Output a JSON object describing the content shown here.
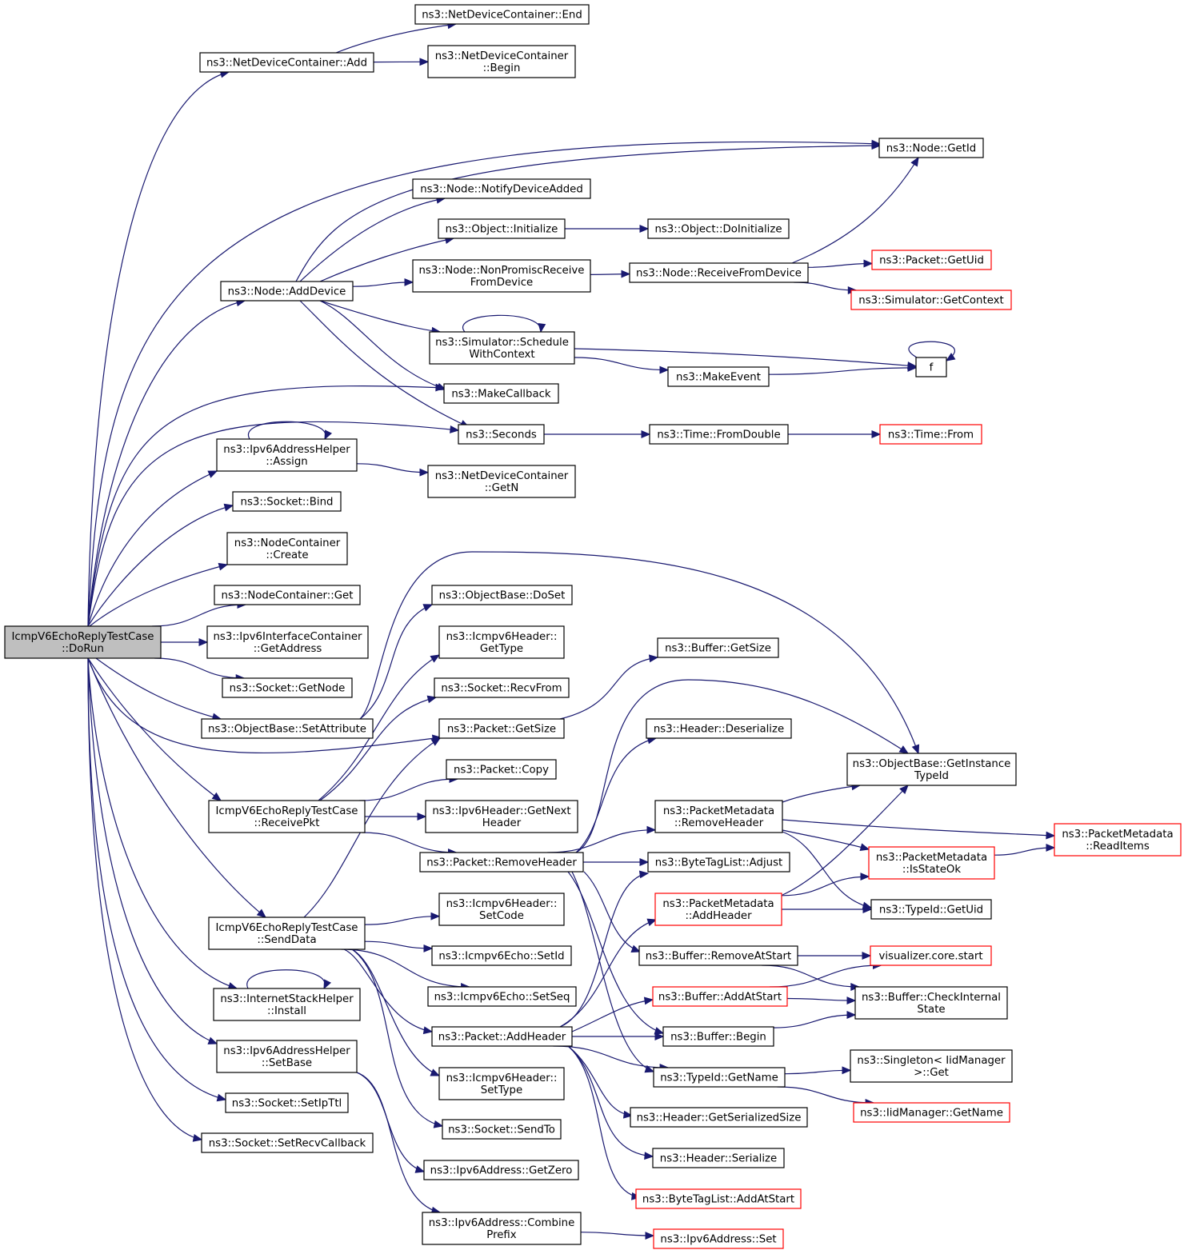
{
  "graph": {
    "root": "n1",
    "colors": {
      "edge": "#191970",
      "node_border": "#000000",
      "node_border_external": "#ff0000",
      "root_fill": "#bfbfbf",
      "node_fill": "#ffffff"
    },
    "nodes": [
      {
        "id": "n1",
        "lines": [
          "IcmpV6EchoReplyTestCase",
          "::DoRun"
        ],
        "style": "root"
      },
      {
        "id": "n2",
        "lines": [
          "ns3::NetDeviceContainer::Add"
        ]
      },
      {
        "id": "n3",
        "lines": [
          "ns3::NetDeviceContainer::End"
        ]
      },
      {
        "id": "n4",
        "lines": [
          "ns3::NetDeviceContainer",
          "::Begin"
        ]
      },
      {
        "id": "n5",
        "lines": [
          "ns3::Node::GetId"
        ]
      },
      {
        "id": "n6",
        "lines": [
          "ns3::Node::AddDevice"
        ]
      },
      {
        "id": "n7",
        "lines": [
          "ns3::Node::NotifyDeviceAdded"
        ]
      },
      {
        "id": "n8",
        "lines": [
          "ns3::Object::Initialize"
        ]
      },
      {
        "id": "n9",
        "lines": [
          "ns3::Object::DoInitialize"
        ]
      },
      {
        "id": "n10",
        "lines": [
          "ns3::Node::NonPromiscReceive",
          "FromDevice"
        ]
      },
      {
        "id": "n11",
        "lines": [
          "ns3::Node::ReceiveFromDevice"
        ]
      },
      {
        "id": "n12",
        "lines": [
          "ns3::Packet::GetUid"
        ],
        "style": "red"
      },
      {
        "id": "n13",
        "lines": [
          "ns3::Simulator::GetContext"
        ],
        "style": "red"
      },
      {
        "id": "n14",
        "lines": [
          "ns3::Simulator::Schedule",
          "WithContext"
        ]
      },
      {
        "id": "n15",
        "lines": [
          "f"
        ]
      },
      {
        "id": "n16",
        "lines": [
          "ns3::MakeEvent"
        ]
      },
      {
        "id": "n17",
        "lines": [
          "ns3::MakeCallback"
        ]
      },
      {
        "id": "n18",
        "lines": [
          "ns3::Seconds"
        ]
      },
      {
        "id": "n19",
        "lines": [
          "ns3::Time::FromDouble"
        ]
      },
      {
        "id": "n20",
        "lines": [
          "ns3::Time::From"
        ],
        "style": "red"
      },
      {
        "id": "n21",
        "lines": [
          "ns3::Ipv6AddressHelper",
          "::Assign"
        ]
      },
      {
        "id": "n22",
        "lines": [
          "ns3::NetDeviceContainer",
          "::GetN"
        ]
      },
      {
        "id": "n23",
        "lines": [
          "ns3::Socket::Bind"
        ]
      },
      {
        "id": "n24",
        "lines": [
          "ns3::NodeContainer",
          "::Create"
        ]
      },
      {
        "id": "n25",
        "lines": [
          "ns3::NodeContainer::Get"
        ]
      },
      {
        "id": "n26",
        "lines": [
          "ns3::Ipv6InterfaceContainer",
          "::GetAddress"
        ]
      },
      {
        "id": "n27",
        "lines": [
          "ns3::Socket::GetNode"
        ]
      },
      {
        "id": "n28",
        "lines": [
          "ns3::ObjectBase::SetAttribute"
        ]
      },
      {
        "id": "n29",
        "lines": [
          "ns3::ObjectBase::DoSet"
        ]
      },
      {
        "id": "n30",
        "lines": [
          "ns3::ObjectBase::GetInstance",
          "TypeId"
        ]
      },
      {
        "id": "n31",
        "lines": [
          "ns3::Packet::GetSize"
        ]
      },
      {
        "id": "n32",
        "lines": [
          "ns3::Buffer::GetSize"
        ]
      },
      {
        "id": "n33",
        "lines": [
          "IcmpV6EchoReplyTestCase",
          "::ReceivePkt"
        ]
      },
      {
        "id": "n34",
        "lines": [
          "ns3::Icmpv6Header::",
          "GetType"
        ]
      },
      {
        "id": "n35",
        "lines": [
          "ns3::Socket::RecvFrom"
        ]
      },
      {
        "id": "n36",
        "lines": [
          "ns3::Packet::Copy"
        ]
      },
      {
        "id": "n37",
        "lines": [
          "ns3::Ipv6Header::GetNext",
          "Header"
        ]
      },
      {
        "id": "n38",
        "lines": [
          "ns3::Packet::RemoveHeader"
        ]
      },
      {
        "id": "n39",
        "lines": [
          "ns3::Header::Deserialize"
        ]
      },
      {
        "id": "n40",
        "lines": [
          "ns3::PacketMetadata",
          "::RemoveHeader"
        ]
      },
      {
        "id": "n41",
        "lines": [
          "ns3::PacketMetadata",
          "::ReadItems"
        ],
        "style": "red"
      },
      {
        "id": "n42",
        "lines": [
          "ns3::PacketMetadata",
          "::IsStateOk"
        ],
        "style": "red"
      },
      {
        "id": "n43",
        "lines": [
          "ns3::TypeId::GetUid"
        ]
      },
      {
        "id": "n44",
        "lines": [
          "ns3::ByteTagList::Adjust"
        ]
      },
      {
        "id": "n45",
        "lines": [
          "ns3::PacketMetadata",
          "::AddHeader"
        ],
        "style": "red"
      },
      {
        "id": "n46",
        "lines": [
          "ns3::Buffer::RemoveAtStart"
        ]
      },
      {
        "id": "n47",
        "lines": [
          "visualizer.core.start"
        ],
        "style": "red"
      },
      {
        "id": "n48",
        "lines": [
          "ns3::Buffer::CheckInternal",
          "State"
        ]
      },
      {
        "id": "n49",
        "lines": [
          "ns3::Buffer::AddAtStart"
        ],
        "style": "red"
      },
      {
        "id": "n50",
        "lines": [
          "ns3::Buffer::Begin"
        ]
      },
      {
        "id": "n51",
        "lines": [
          "IcmpV6EchoReplyTestCase",
          "::SendData"
        ]
      },
      {
        "id": "n52",
        "lines": [
          "ns3::Icmpv6Header::",
          "SetCode"
        ]
      },
      {
        "id": "n53",
        "lines": [
          "ns3::Icmpv6Echo::SetId"
        ]
      },
      {
        "id": "n54",
        "lines": [
          "ns3::Icmpv6Echo::SetSeq"
        ]
      },
      {
        "id": "n55",
        "lines": [
          "ns3::Packet::AddHeader"
        ]
      },
      {
        "id": "n56",
        "lines": [
          "ns3::TypeId::GetName"
        ]
      },
      {
        "id": "n57",
        "lines": [
          "ns3::Singleton< IidManager",
          ">::Get"
        ]
      },
      {
        "id": "n58",
        "lines": [
          "ns3::IidManager::GetName"
        ],
        "style": "red"
      },
      {
        "id": "n59",
        "lines": [
          "ns3::Header::GetSerializedSize"
        ]
      },
      {
        "id": "n60",
        "lines": [
          "ns3::Header::Serialize"
        ]
      },
      {
        "id": "n61",
        "lines": [
          "ns3::ByteTagList::AddAtStart"
        ],
        "style": "red"
      },
      {
        "id": "n62",
        "lines": [
          "ns3::InternetStackHelper",
          "::Install"
        ]
      },
      {
        "id": "n63",
        "lines": [
          "ns3::Ipv6AddressHelper",
          "::SetBase"
        ]
      },
      {
        "id": "n64",
        "lines": [
          "ns3::Icmpv6Header::",
          "SetType"
        ]
      },
      {
        "id": "n65",
        "lines": [
          "ns3::Socket::SendTo"
        ]
      },
      {
        "id": "n66",
        "lines": [
          "ns3::Ipv6Address::GetZero"
        ]
      },
      {
        "id": "n67",
        "lines": [
          "ns3::Ipv6Address::Combine",
          "Prefix"
        ]
      },
      {
        "id": "n68",
        "lines": [
          "ns3::Ipv6Address::Set"
        ],
        "style": "red"
      },
      {
        "id": "n69",
        "lines": [
          "ns3::Socket::SetIpTtl"
        ]
      },
      {
        "id": "n70",
        "lines": [
          "ns3::Socket::SetRecvCallback"
        ]
      }
    ],
    "edges": [
      [
        "n1",
        "n2"
      ],
      [
        "n1",
        "n5"
      ],
      [
        "n1",
        "n6"
      ],
      [
        "n1",
        "n17"
      ],
      [
        "n1",
        "n18"
      ],
      [
        "n1",
        "n21"
      ],
      [
        "n1",
        "n23"
      ],
      [
        "n1",
        "n24"
      ],
      [
        "n1",
        "n25"
      ],
      [
        "n1",
        "n26"
      ],
      [
        "n1",
        "n27"
      ],
      [
        "n1",
        "n28"
      ],
      [
        "n1",
        "n31"
      ],
      [
        "n1",
        "n33"
      ],
      [
        "n1",
        "n51"
      ],
      [
        "n1",
        "n62"
      ],
      [
        "n1",
        "n63"
      ],
      [
        "n1",
        "n69"
      ],
      [
        "n1",
        "n70"
      ],
      [
        "n2",
        "n3"
      ],
      [
        "n2",
        "n4"
      ],
      [
        "n6",
        "n5"
      ],
      [
        "n6",
        "n7"
      ],
      [
        "n6",
        "n8"
      ],
      [
        "n6",
        "n10"
      ],
      [
        "n6",
        "n14"
      ],
      [
        "n6",
        "n17"
      ],
      [
        "n6",
        "n18"
      ],
      [
        "n8",
        "n9"
      ],
      [
        "n10",
        "n11"
      ],
      [
        "n11",
        "n5"
      ],
      [
        "n11",
        "n12"
      ],
      [
        "n11",
        "n13"
      ],
      [
        "n14",
        "n14"
      ],
      [
        "n14",
        "n15"
      ],
      [
        "n14",
        "n16"
      ],
      [
        "n16",
        "n15"
      ],
      [
        "n15",
        "n15"
      ],
      [
        "n18",
        "n19"
      ],
      [
        "n19",
        "n20"
      ],
      [
        "n21",
        "n21"
      ],
      [
        "n21",
        "n22"
      ],
      [
        "n28",
        "n29"
      ],
      [
        "n28",
        "n30"
      ],
      [
        "n31",
        "n32"
      ],
      [
        "n33",
        "n34"
      ],
      [
        "n33",
        "n35"
      ],
      [
        "n33",
        "n36"
      ],
      [
        "n33",
        "n37"
      ],
      [
        "n33",
        "n38"
      ],
      [
        "n38",
        "n30"
      ],
      [
        "n38",
        "n39"
      ],
      [
        "n38",
        "n40"
      ],
      [
        "n38",
        "n44"
      ],
      [
        "n38",
        "n46"
      ],
      [
        "n38",
        "n50"
      ],
      [
        "n38",
        "n56"
      ],
      [
        "n40",
        "n30"
      ],
      [
        "n40",
        "n41"
      ],
      [
        "n40",
        "n42"
      ],
      [
        "n40",
        "n43"
      ],
      [
        "n42",
        "n41"
      ],
      [
        "n45",
        "n30"
      ],
      [
        "n45",
        "n42"
      ],
      [
        "n45",
        "n43"
      ],
      [
        "n46",
        "n47"
      ],
      [
        "n46",
        "n48"
      ],
      [
        "n49",
        "n47"
      ],
      [
        "n49",
        "n48"
      ],
      [
        "n50",
        "n48"
      ],
      [
        "n51",
        "n31"
      ],
      [
        "n51",
        "n52"
      ],
      [
        "n51",
        "n53"
      ],
      [
        "n51",
        "n54"
      ],
      [
        "n51",
        "n55"
      ],
      [
        "n51",
        "n64"
      ],
      [
        "n51",
        "n65"
      ],
      [
        "n55",
        "n44"
      ],
      [
        "n55",
        "n45"
      ],
      [
        "n55",
        "n49"
      ],
      [
        "n55",
        "n50"
      ],
      [
        "n55",
        "n56"
      ],
      [
        "n55",
        "n59"
      ],
      [
        "n55",
        "n60"
      ],
      [
        "n55",
        "n61"
      ],
      [
        "n56",
        "n57"
      ],
      [
        "n56",
        "n58"
      ],
      [
        "n62",
        "n62"
      ],
      [
        "n63",
        "n66"
      ],
      [
        "n63",
        "n67"
      ],
      [
        "n67",
        "n68"
      ]
    ]
  }
}
